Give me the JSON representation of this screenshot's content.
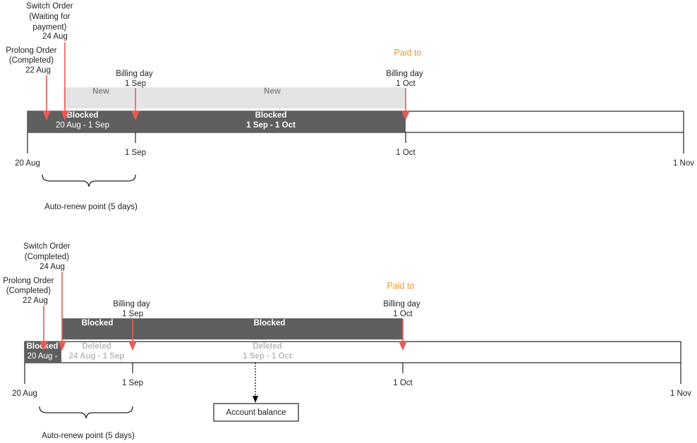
{
  "top": {
    "switch_order": [
      "Switch Order",
      "(Waiting for",
      "payment)",
      "24 Aug"
    ],
    "prolong_order": [
      "Prolong Order",
      "(Completed)",
      "22 Aug"
    ],
    "billing_day_1": [
      "Billing day",
      "1 Sep"
    ],
    "billing_day_2": [
      "Billing day",
      "1 Oct"
    ],
    "paid_to": "Paid to",
    "new_1": "New",
    "new_2": "New",
    "blocked_1": "Blocked",
    "blocked_1_range": "20 Aug - 1 Sep",
    "blocked_2": "Blocked",
    "blocked_2_range": "1 Sep - 1 Oct",
    "tick_20aug": "20 Aug",
    "tick_1sep": "1 Sep",
    "tick_1oct": "1 Oct",
    "tick_1nov": "1 Nov",
    "auto_renew": "Auto-renew point (5 days)"
  },
  "bottom": {
    "switch_order": [
      "Switch Order",
      "(Completed)",
      "24 Aug"
    ],
    "prolong_order": [
      "Prolong Order",
      "(Completed)",
      "22 Aug"
    ],
    "billing_day_1": [
      "Billing day",
      "1 Sep"
    ],
    "billing_day_2": [
      "Billing day",
      "1 Oct"
    ],
    "paid_to": "Paid to",
    "blocked_upper_1": "Blocked",
    "blocked_upper_2": "Blocked",
    "blocked_small": "Blocked",
    "blocked_small_range": "20 Aug -",
    "deleted_1": "Deleted",
    "deleted_1_range": "24 Aug - 1 Sep",
    "deleted_2": "Deleted",
    "deleted_2_range": "1 Sep - 1 Oct",
    "tick_20aug": "20 Aug",
    "tick_1sep": "1 Sep",
    "tick_1oct": "1 Oct",
    "tick_1nov": "1 Nov",
    "account_balance": "Account balance",
    "auto_renew": "Auto-renew point (5 days)"
  },
  "colors": {
    "arrow": "#e85a55",
    "dark_bar": "#5f5f5f",
    "light_bar": "#e4e4e4",
    "paid_to": "#f0962a"
  }
}
